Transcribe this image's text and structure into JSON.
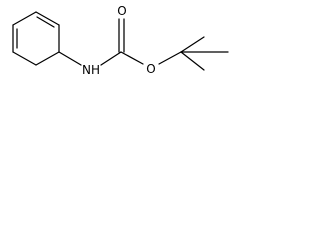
{
  "molecule": {
    "atoms": {
      "nitrogen": "NH",
      "carbonyl_oxygen": "O",
      "ester_oxygen": "O"
    }
  }
}
